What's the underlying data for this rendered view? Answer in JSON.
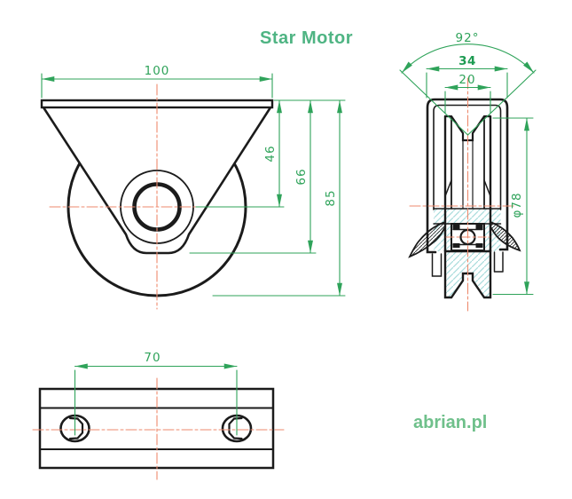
{
  "brand": {
    "title": "Star Motor",
    "website": "abrian.pl"
  },
  "dimensions": {
    "front_view": {
      "top_plate_width": "100",
      "plate_to_axle_center": "46",
      "plate_to_fork_bottom": "66",
      "overall_height": "85"
    },
    "side_view": {
      "groove_angle": "92°",
      "overall_width": "34",
      "groove_opening": "20",
      "wheel_diameter": "φ78"
    },
    "bottom_view": {
      "hole_spacing": "70"
    }
  },
  "colors": {
    "dimension_green": "#2fa35a",
    "brand_green": "#4fb483",
    "website_green": "#6fc08b",
    "centerline_orange": "#ee8a6d",
    "hatch_cyan": "#a8dcdc",
    "line_black": "#1b1b1b",
    "background": "#ffffff"
  }
}
